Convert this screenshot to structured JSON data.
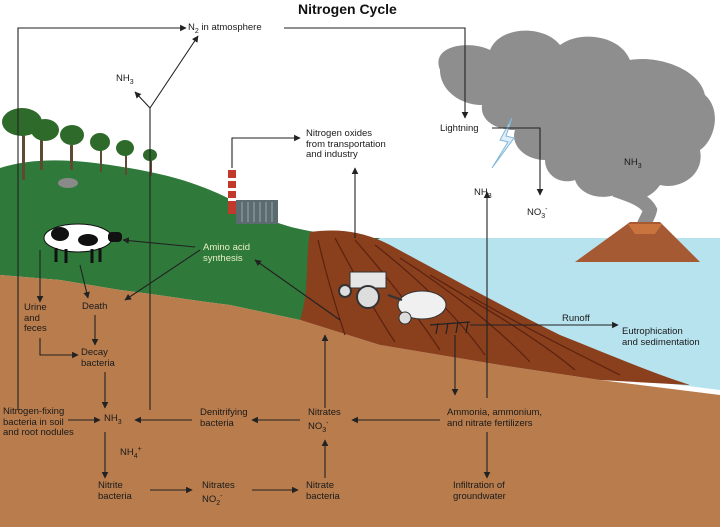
{
  "title": "Nitrogen Cycle",
  "labels": {
    "n2_atmosphere": "N",
    "n2_sub": "2",
    "n2_rest": " in atmosphere",
    "nh3_top_left": "NH",
    "nh3_top_left_sub": "3",
    "nitrogen_oxides": "Nitrogen oxides\nfrom transportation\nand industry",
    "lightning": "Lightning",
    "nh3_sky": "NH",
    "nh3_sky_sub": "3",
    "no3_sky": "NO",
    "no3_sky_sub": "3",
    "no3_sky_sup": "-",
    "nh3_volcano": "NH",
    "nh3_volcano_sub": "3",
    "amino_acid": "Amino acid\nsynthesis",
    "urine_feces": "Urine\nand\nfeces",
    "death": "Death",
    "decay_bacteria": "Decay\nbacteria",
    "runoff": "Runoff",
    "eutrophication": "Eutrophication\nand sedimentation",
    "nitrogen_fixing": "Nitrogen-fixing\nbacteria in soil\nand root nodules",
    "nh3_soil": "NH",
    "nh3_soil_sub": "3",
    "denitrifying": "Denitrifying\nbacteria",
    "nitrates_right": "Nitrates",
    "no3_right": "NO",
    "no3_right_sub": "3",
    "no3_right_sup": "-",
    "fertilizers": "Ammonia, ammonium,\nand nitrate fertilizers",
    "nh4": "NH",
    "nh4_sub": "4",
    "nh4_sup": "+",
    "nitrite_bacteria": "Nitrite\nbacteria",
    "nitrates_bottom": "Nitrates",
    "no2_bottom": "NO",
    "no2_bottom_sub": "2",
    "no2_bottom_sup": "-",
    "nitrate_bacteria": "Nitrate\nbacteria",
    "infiltration": "Infiltration of\ngroundwater"
  },
  "colors": {
    "sky": "#ffffff",
    "smoke": "#8e8e8e",
    "water": "#b7e3ef",
    "hill": "#2f7a3a",
    "soil": "#b87c4d",
    "field": "#8a3f1d",
    "volcano": "#a65a34",
    "arrow": "#222222"
  }
}
